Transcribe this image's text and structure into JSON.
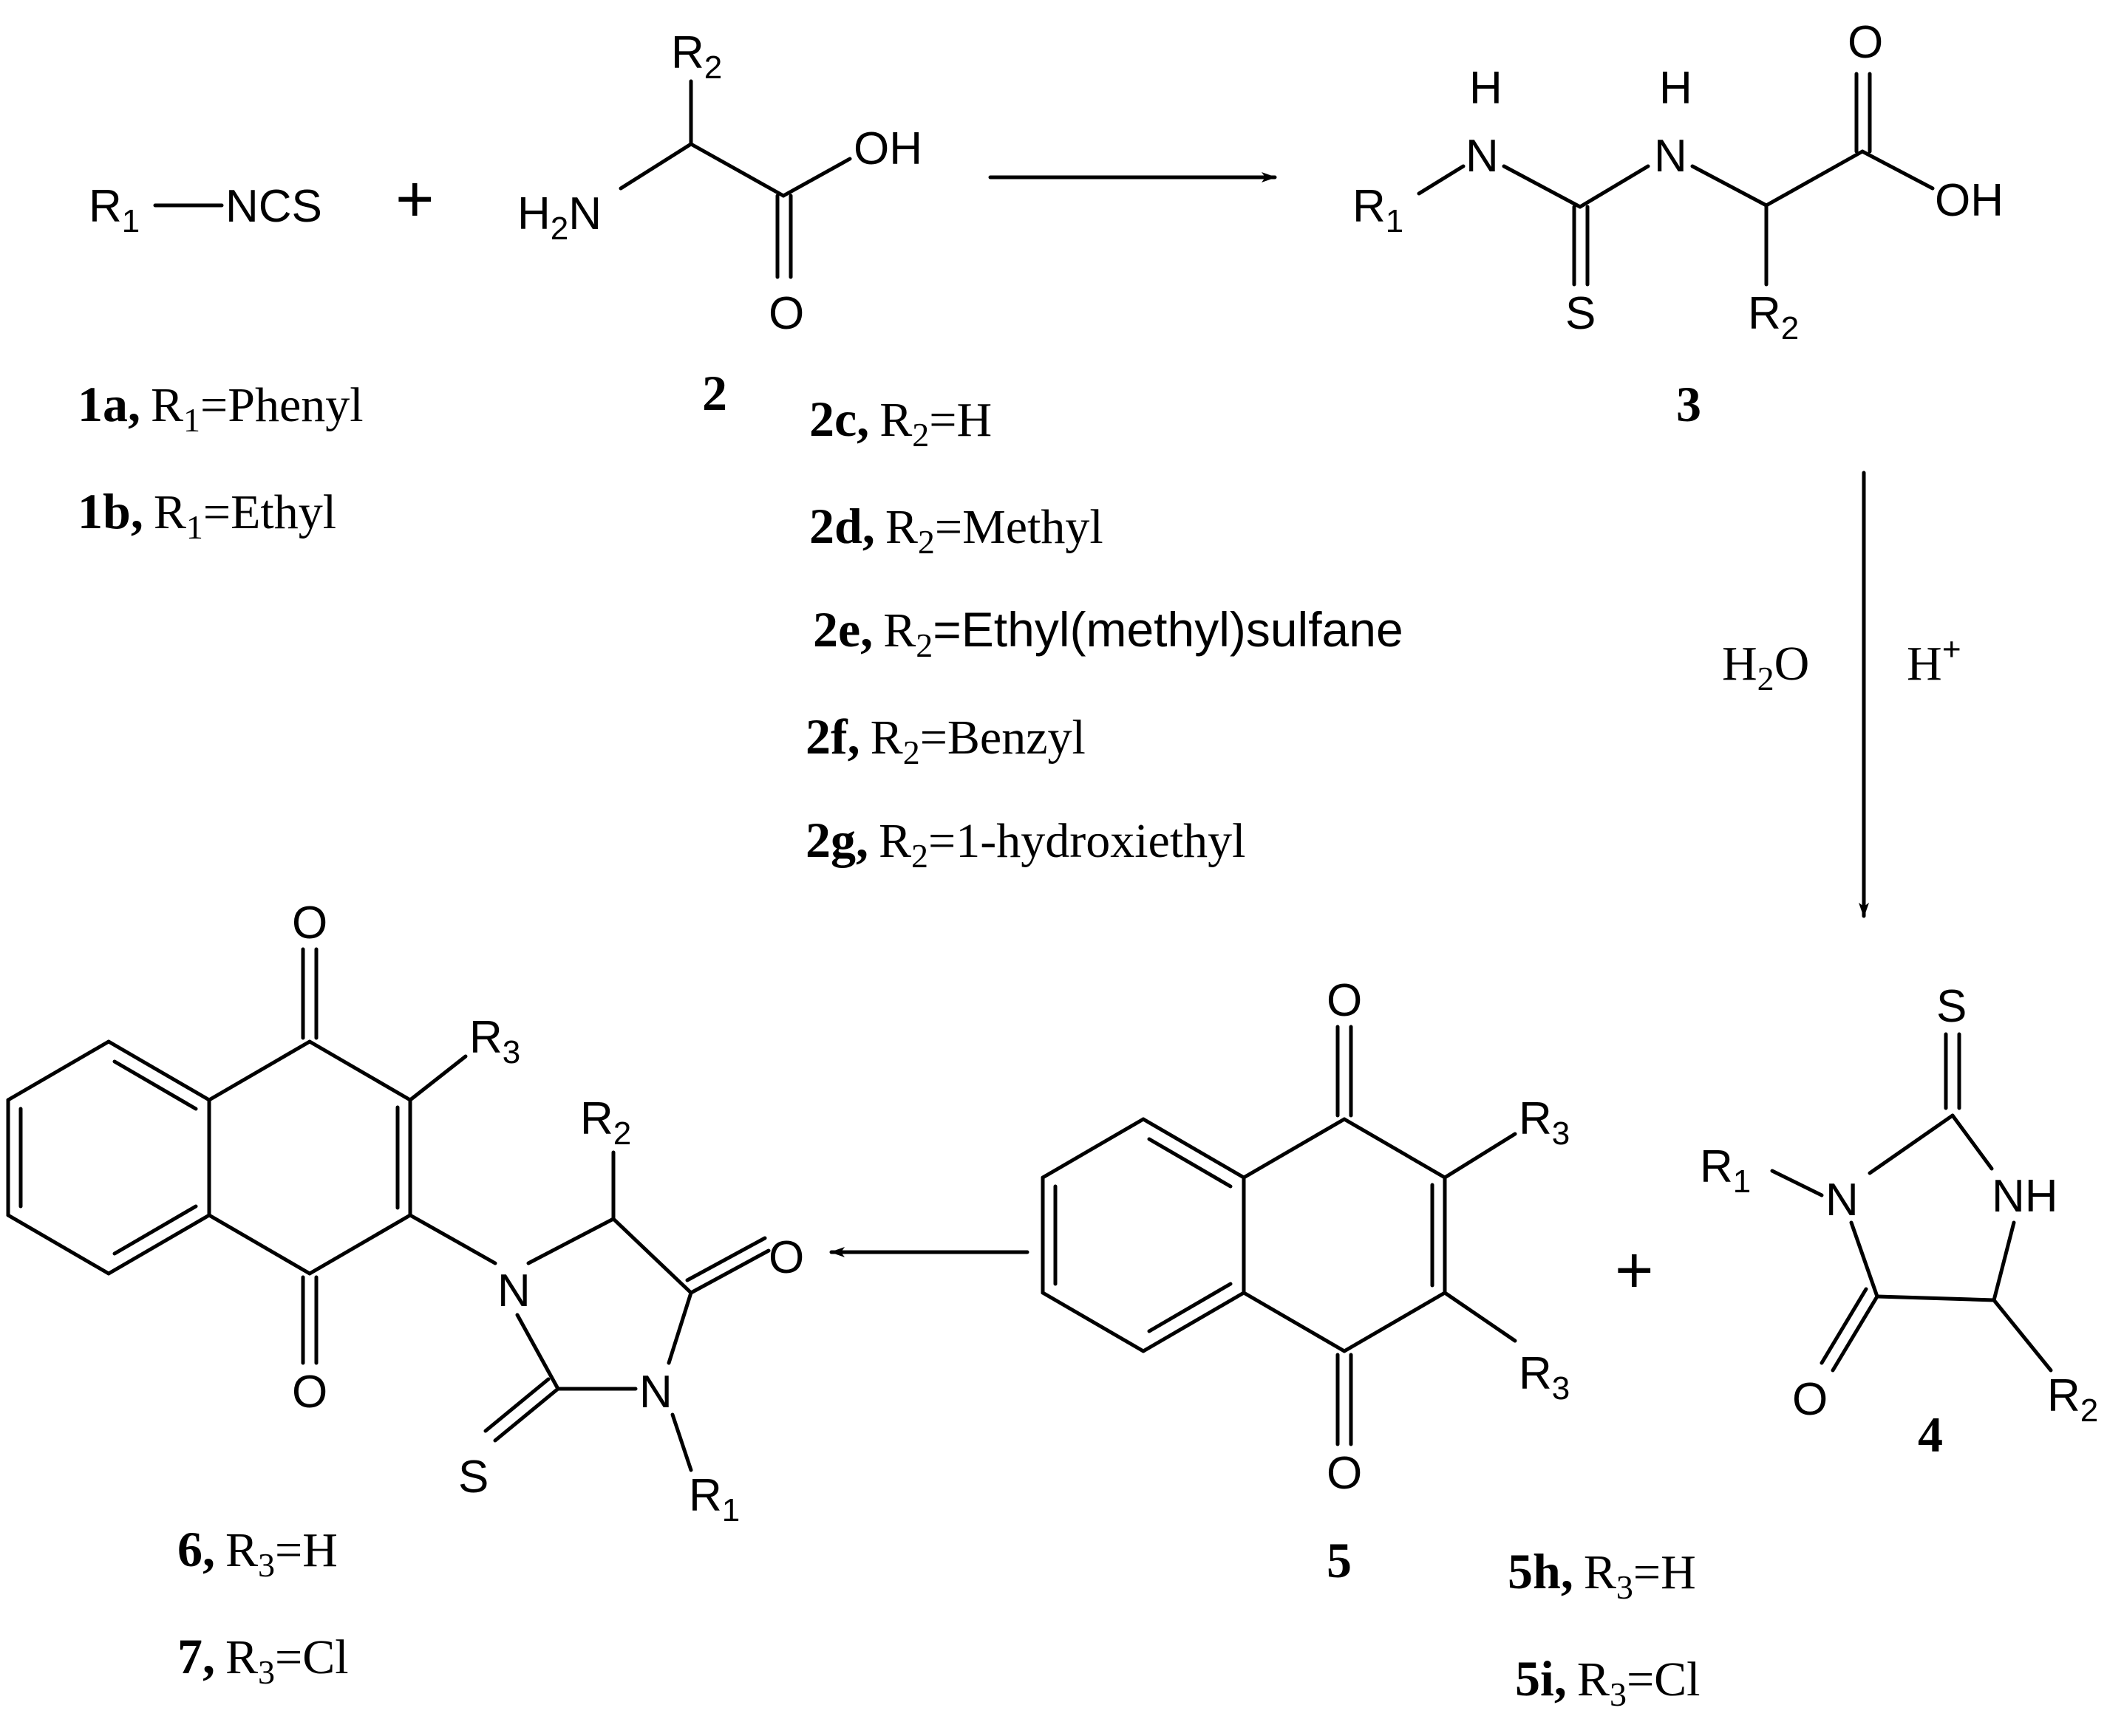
{
  "scheme": {
    "atoms": {
      "R": "R",
      "sub_1": "1",
      "sub_2": "2",
      "sub_3": "3",
      "NCS": "NCS",
      "N": "N",
      "NH": "NH",
      "H": "H",
      "OH": "OH",
      "O": "O",
      "S": "S",
      "H2N": "H",
      "H2N_tail": "N"
    },
    "plus": "+",
    "conditions": {
      "water_H": "H",
      "water_sub": "2",
      "water_O": "O",
      "acid_H": "H",
      "acid_sup": "+"
    },
    "compound_labels": {
      "c2": "2",
      "c3": "3",
      "c4": "4",
      "c5": "5"
    },
    "substituents": {
      "1a": {
        "id": "1a,",
        "rgroup": "R",
        "sub": "1",
        "value": "=Phenyl"
      },
      "1b": {
        "id": "1b,",
        "rgroup": "R",
        "sub": "1",
        "value": "=Ethyl"
      },
      "2c": {
        "id": "2c,",
        "rgroup": "R",
        "sub": "2",
        "value": "=H"
      },
      "2d": {
        "id": "2d,",
        "rgroup": "R",
        "sub": "2",
        "value": "=Methyl"
      },
      "2e": {
        "id": "2e,",
        "rgroup": "R",
        "sub": "2",
        "value": "=Ethyl(methyl)sulfane"
      },
      "2f": {
        "id": "2f,",
        "rgroup": "R",
        "sub": "2",
        "value": "=Benzyl"
      },
      "2g": {
        "id": "2g,",
        "rgroup": "R",
        "sub": "2",
        "value": "=1-hydroxiethyl"
      },
      "5h": {
        "id": "5h,",
        "rgroup": "R",
        "sub": "3",
        "value": "=H"
      },
      "5i": {
        "id": "5i,",
        "rgroup": "R",
        "sub": "3",
        "value": "=Cl"
      },
      "6": {
        "id": "6,",
        "rgroup": "R",
        "sub": "3",
        "value": "=H"
      },
      "7": {
        "id": "7,",
        "rgroup": "R",
        "sub": "3",
        "value": "=Cl"
      }
    }
  }
}
